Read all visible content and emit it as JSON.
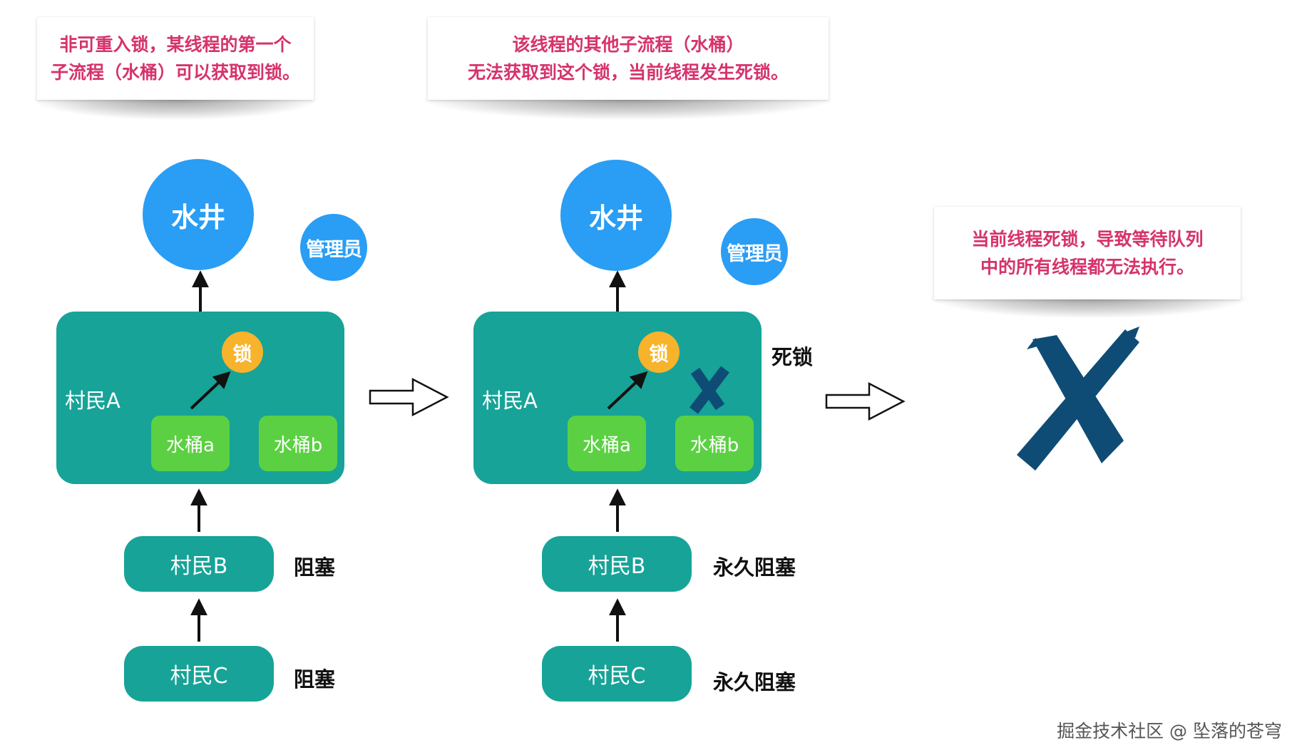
{
  "panel1": {
    "caption_lines": [
      "非可重入锁，某线程的第一个",
      "子流程（水桶）可以获取到锁。"
    ],
    "well": "水井",
    "admin": "管理员",
    "thread": "村民A",
    "lock": "锁",
    "bucket_a": "水桶a",
    "bucket_b": "水桶b",
    "villager_b": "村民B",
    "villager_c": "村民C",
    "status_b": "阻塞",
    "status_c": "阻塞"
  },
  "panel2": {
    "caption_lines": [
      "该线程的其他子流程（水桶）",
      "无法获取到这个锁，当前线程发生死锁。"
    ],
    "well": "水井",
    "admin": "管理员",
    "thread": "村民A",
    "lock": "锁",
    "bucket_a": "水桶a",
    "bucket_b": "水桶b",
    "deadlock_label": "死锁",
    "villager_b": "村民B",
    "villager_c": "村民C",
    "status_b": "永久阻塞",
    "status_c": "永久阻塞"
  },
  "panel3": {
    "caption_lines": [
      "当前线程死锁，导致等待队列",
      "中的所有线程都无法执行。"
    ]
  },
  "colors": {
    "caption_text": "#d6336c",
    "circle_blue": "#2a9df4",
    "thread_teal": "#17a398",
    "bucket_green": "#5cd043",
    "lock_yellow": "#f7b32b",
    "cross_navy": "#0f4c75"
  },
  "icons": [
    "cross-icon",
    "arrow-right-icon",
    "arrow-up-icon"
  ],
  "watermark": "掘金技术社区 @ 坠落的苍穹"
}
